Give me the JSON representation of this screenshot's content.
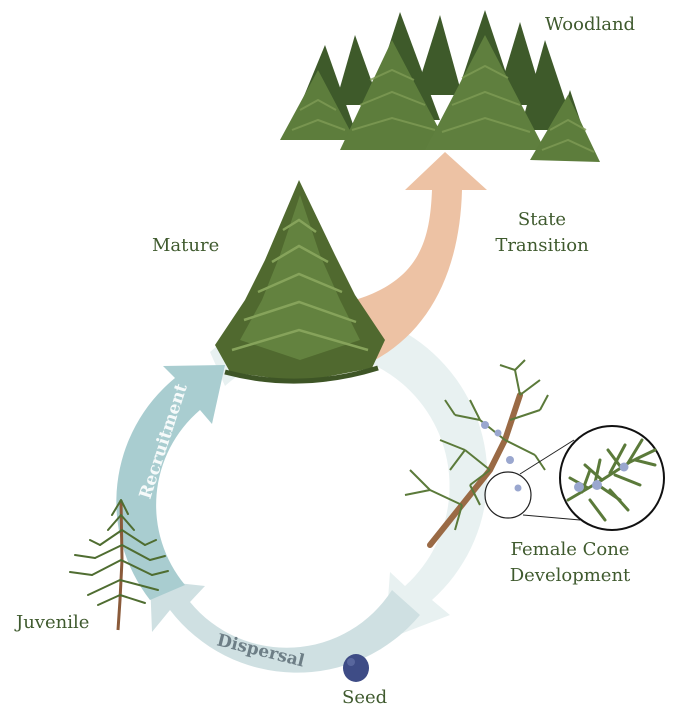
{
  "labels": {
    "woodland": "Woodland",
    "state_transition_1": "State",
    "state_transition_2": "Transition",
    "mature": "Mature",
    "female_cone_1": "Female Cone",
    "female_cone_2": "Development",
    "juvenile": "Juvenile",
    "seed": "Seed",
    "recruitment": "Recruitment",
    "dispersal": "Dispersal"
  },
  "colors": {
    "tree_dark": "#4f6a33",
    "tree_mid": "#62813f",
    "tree_light": "#7d9a55",
    "transition_arrow": "#edc2a4",
    "cycle_light": "#e9f2f2",
    "cycle_mid": "#cfe0e2",
    "cycle_dark": "#a9cdd0",
    "label_green": "#3f5a2e",
    "stem_brown": "#8a5a3a",
    "cone_blue": "#9aa7cf",
    "seed_blue": "#3e4c86"
  },
  "icons": [
    "woodland-illustration",
    "mature-tree-illustration",
    "juniper-branch-illustration",
    "cone-magnifier-illustration",
    "juvenile-sapling-illustration",
    "seed-illustration"
  ]
}
